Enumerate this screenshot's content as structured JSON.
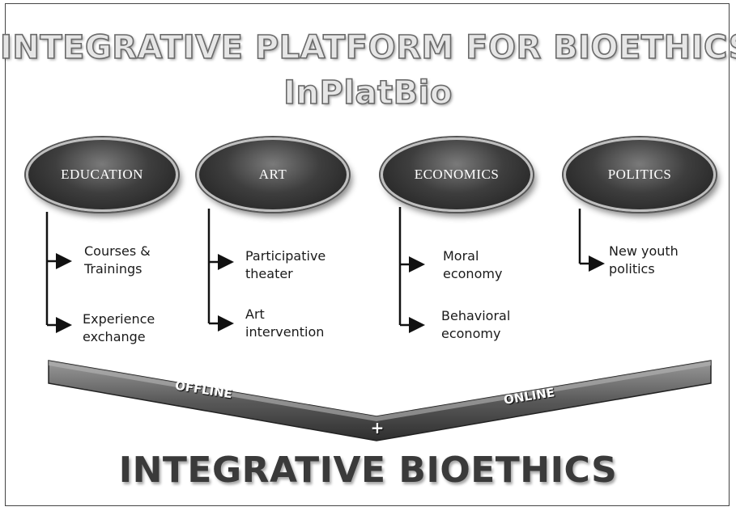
{
  "title": {
    "main": "INTEGRATIVE PLATFORM FOR BIOETHICS",
    "sub": "InPlatBio"
  },
  "nodes": [
    {
      "label": "EDUCATION",
      "items": [
        "Courses &\nTrainings",
        "Experience\nexchange"
      ]
    },
    {
      "label": "ART",
      "items": [
        "Participative\ntheater",
        "Art\nintervention"
      ]
    },
    {
      "label": "ECONOMICS",
      "items": [
        "Moral\neconomy",
        "Behavioral\neconomy"
      ]
    },
    {
      "label": "POLITICS",
      "items": [
        "New youth\npolitics"
      ]
    }
  ],
  "band": {
    "left_label": "OFFLINE",
    "right_label": "ONLINE",
    "joiner": "+"
  },
  "bottom_title": "INTEGRATIVE BIOETHICS"
}
